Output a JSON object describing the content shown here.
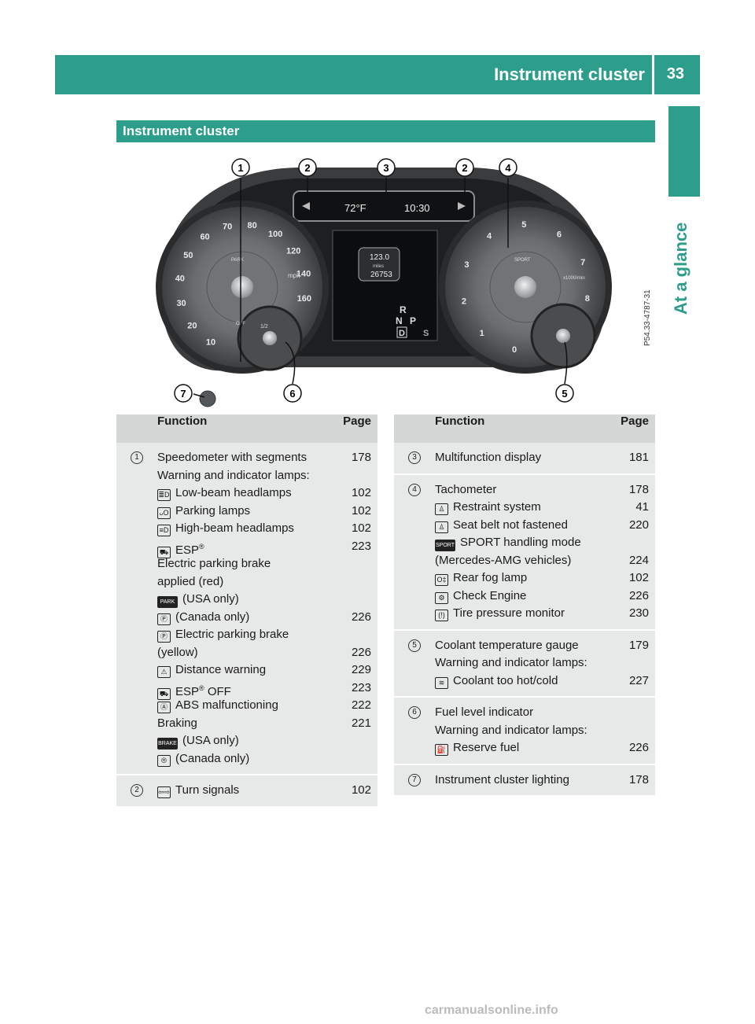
{
  "header": {
    "section_title": "Instrument cluster",
    "page_number": "33"
  },
  "side_tab": "At a glance",
  "section_heading": "Instrument cluster",
  "figure_code": "P54.33-4787-31",
  "figure": {
    "callouts": [
      "1",
      "2",
      "3",
      "2",
      "4",
      "7",
      "6",
      "5"
    ],
    "display_temp": "72°F",
    "display_time": "10:30",
    "trip": "123.0",
    "trip_unit": "miles",
    "odometer": "26753",
    "gear_r": "R",
    "gear_n": "N",
    "gear_p": "P",
    "gear_d": "D",
    "gear_s": "S",
    "speed_labels": [
      "10",
      "20",
      "30",
      "40",
      "50",
      "60",
      "70",
      "80",
      "100",
      "120",
      "140",
      "160"
    ],
    "speed_unit": "mph",
    "tach_labels": [
      "0",
      "1",
      "2",
      "3",
      "4",
      "5",
      "6",
      "7",
      "8"
    ],
    "tach_unit": "x1000/min",
    "fuel_labels": [
      "1/2"
    ],
    "icon_text": [
      "PARK",
      "SPORT",
      "OFF"
    ]
  },
  "table_left": {
    "headers": {
      "function": "Function",
      "page": "Page"
    },
    "groups": [
      {
        "num": "1",
        "rows": [
          {
            "icon": "low-beam",
            "text": "Speedometer with segments",
            "page": "178"
          },
          {
            "text": "Warning and indicator lamps:",
            "page": ""
          },
          {
            "icon": "low-beam",
            "glyph": "≣D",
            "text": "Low-beam headlamps",
            "page": "102"
          },
          {
            "icon": "parking-lamps",
            "glyph": "ᴗO",
            "text": "Parking lamps",
            "page": "102"
          },
          {
            "icon": "high-beam",
            "glyph": "≡D",
            "text": "High-beam headlamps",
            "page": "102"
          },
          {
            "icon": "esp",
            "glyph": "⛟",
            "text": "ESP",
            "sup": "®",
            "page": "223"
          },
          {
            "text": "Electric parking brake",
            "text2": "applied (red)",
            "page": ""
          },
          {
            "icon": "park",
            "glyph": "PARK",
            "text": "(USA only)",
            "page": ""
          },
          {
            "icon": "p-circle",
            "glyph": "Ⓟ",
            "text": "(Canada only)",
            "page": "226"
          },
          {
            "icon": "p-circle",
            "glyph": "Ⓟ",
            "text": "Electric parking brake",
            "text2": "(yellow)",
            "page": "226"
          },
          {
            "icon": "distance-warning",
            "glyph": "⚠",
            "text": "Distance warning",
            "page": "229"
          },
          {
            "icon": "esp-off",
            "glyph": "⛟",
            "text": "ESP",
            "sup": "®",
            "text_after": " OFF",
            "page": "223"
          },
          {
            "icon": "abs",
            "glyph": "Ⓐ",
            "text": "ABS malfunctioning",
            "page": "222"
          },
          {
            "text": "Braking",
            "page": "221"
          },
          {
            "icon": "brake",
            "glyph": "BRAKE",
            "text": "(USA only)",
            "page": ""
          },
          {
            "icon": "brake-circle",
            "glyph": "⦾",
            "text": "(Canada only)",
            "page": ""
          }
        ]
      },
      {
        "num": "2",
        "rows": [
          {
            "icon": "turn-signals",
            "glyph": "⇦⇨",
            "text": "Turn signals",
            "page": "102"
          }
        ]
      }
    ]
  },
  "table_right": {
    "headers": {
      "function": "Function",
      "page": "Page"
    },
    "groups": [
      {
        "num": "3",
        "rows": [
          {
            "text": "Multifunction display",
            "page": "181"
          }
        ]
      },
      {
        "num": "4",
        "rows": [
          {
            "text": "Tachometer",
            "page": "178"
          },
          {
            "icon": "restraint",
            "glyph": "♙",
            "text": "Restraint system",
            "page": "41"
          },
          {
            "icon": "seat-belt",
            "glyph": "♙",
            "text": "Seat belt not fastened",
            "page": "220"
          },
          {
            "icon": "sport",
            "glyph": "SPORT",
            "text": "SPORT handling mode",
            "text2": "(Mercedes-AMG vehicles)",
            "page": "224"
          },
          {
            "icon": "rear-fog",
            "glyph": "O‡",
            "text": "Rear fog lamp",
            "page": "102"
          },
          {
            "icon": "check-engine",
            "glyph": "⚙",
            "text": "Check Engine",
            "page": "226"
          },
          {
            "icon": "tire-pressure",
            "glyph": "(!)",
            "text": "Tire pressure monitor",
            "page": "230"
          }
        ]
      },
      {
        "num": "5",
        "rows": [
          {
            "text": "Coolant temperature gauge",
            "page": "179"
          },
          {
            "text": "Warning and indicator lamps:",
            "page": ""
          },
          {
            "icon": "coolant",
            "glyph": "≋",
            "text": "Coolant too hot/cold",
            "page": "227"
          }
        ]
      },
      {
        "num": "6",
        "rows": [
          {
            "text": "Fuel level indicator",
            "page": ""
          },
          {
            "text": "Warning and indicator lamps:",
            "page": ""
          },
          {
            "icon": "fuel",
            "glyph": "⛽",
            "text": "Reserve fuel",
            "page": "226"
          }
        ]
      },
      {
        "num": "7",
        "rows": [
          {
            "text": "Instrument cluster lighting",
            "page": "178"
          }
        ]
      }
    ]
  },
  "colors": {
    "accent": "#2e9e8c",
    "table_header": "#d4d7d6",
    "table_body": "#e7e9e8"
  },
  "footer": "carmanualsonline.info"
}
